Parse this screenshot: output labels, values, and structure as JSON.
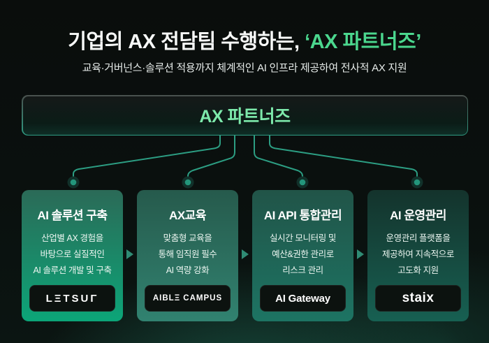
{
  "header": {
    "title_prefix": "기업의 AX 전담팀 수행하는, ",
    "title_highlight": "‘AX 파트너즈’",
    "highlight_color": "#4bd78e",
    "subtitle": "교육·거버넌스·솔루션 적용까지 체계적인 AI 인프라 제공하여 전사적 AX 지원"
  },
  "hub": {
    "label": "AX 파트너즈",
    "text_color": "#7de9ab",
    "border_color": "#2e9b82"
  },
  "connector": {
    "line_color": "#2c9e83",
    "dot_color": "#23967b",
    "dot_ring_color": "#11312a"
  },
  "arrow_color": "#2f8b74",
  "cards": [
    {
      "title": "AI 솔루션 구축",
      "body_lines": [
        "산업별 AX 경험을",
        "바탕으로 실질적인",
        "AI 솔루션 개발 및 구축"
      ],
      "logo": "LETSUR",
      "logo_display": "LΞTSUΓ",
      "gradient_top": "#2b6a57",
      "gradient_bottom": "#0ca578"
    },
    {
      "title": "AX교육",
      "body_lines": [
        "맞춤형 교육을",
        "통해 임직원 필수",
        "AI 역량 강화"
      ],
      "logo": "AIBLE CAMPUS",
      "logo_display": "AIBLΞ CAMPUS",
      "gradient_top": "#265a4c",
      "gradient_bottom": "#318270"
    },
    {
      "title": "AI API 통합관리",
      "body_lines": [
        "실시간 모니터링 및",
        "예산&권한 관리로",
        "리스크 관리"
      ],
      "logo": "AI Gateway",
      "logo_display": "AI Gateway",
      "gradient_top": "#215448",
      "gradient_bottom": "#1d7463"
    },
    {
      "title": "AI 운영관리",
      "body_lines": [
        "운영관리 플랫폼을",
        "제공하여 지속적으로",
        "고도화 지원"
      ],
      "logo": "staix",
      "logo_display": "staix",
      "gradient_top": "#14332c",
      "gradient_bottom": "#176052"
    }
  ]
}
